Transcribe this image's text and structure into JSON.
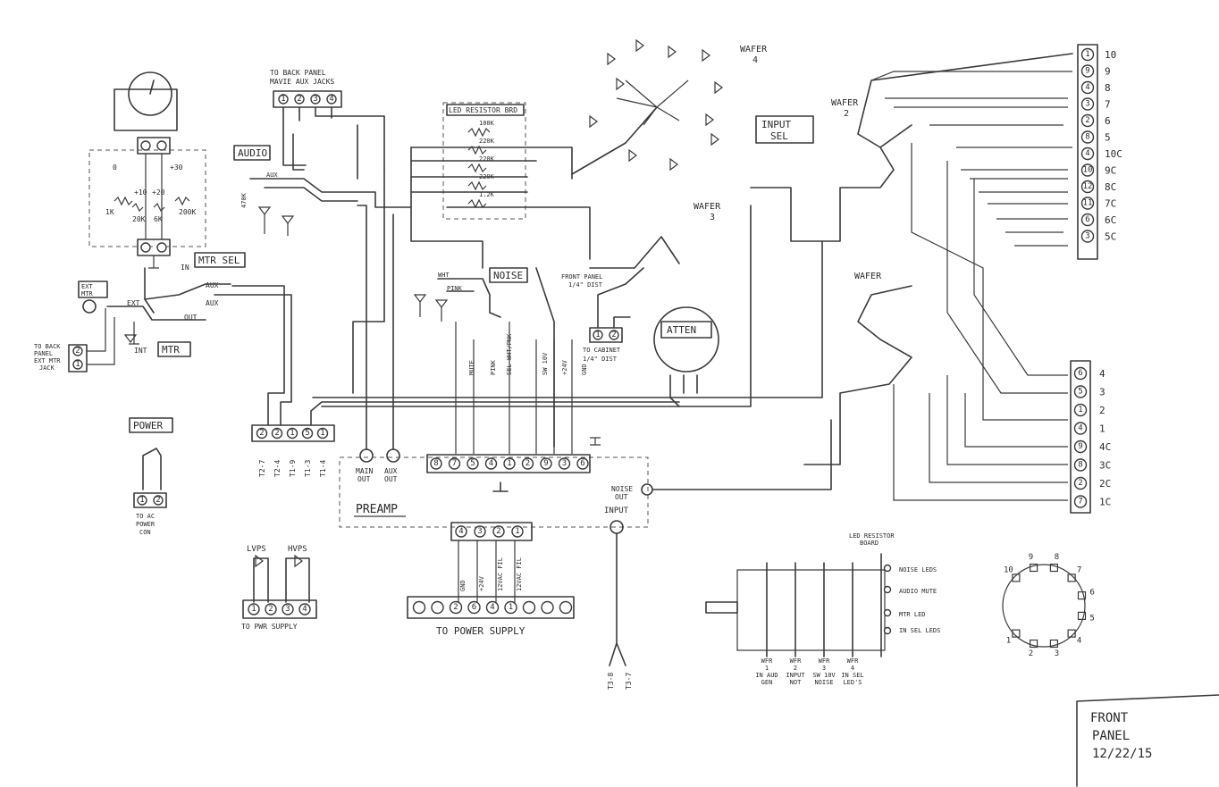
{
  "title_block": {
    "line1": "FRONT",
    "line2": "PANEL",
    "date": "12/22/15"
  },
  "back_panel_jacks": {
    "label1": "TO BACK PANEL",
    "label2": "MAVIE AUX JACKS",
    "pins": [
      "1",
      "2",
      "3",
      "4"
    ]
  },
  "audio": {
    "label": "AUDIO",
    "aux": "AUX",
    "resistor": "470K"
  },
  "meter_pot": {
    "left": "0",
    "mid1": "+10",
    "mid2": "+20",
    "right": "+30",
    "r1": "1K",
    "r2": "20K",
    "r3": "6K",
    "r4": "200K"
  },
  "mtr_sel": {
    "label": "MTR SEL",
    "in": "IN",
    "ext_mtr": "EXT\nMTR",
    "ext": "EXT",
    "int": "INT",
    "out": "OUT",
    "aux": "AUX",
    "mtr": "MTR"
  },
  "ext_mtr_jack": {
    "line1": "TO BACK",
    "line2": "PANEL",
    "line3": "EXT MTR",
    "line4": "JACK",
    "pins": [
      "2",
      "1"
    ]
  },
  "led_resistor_board_top": {
    "label": "LED RESISTOR BRD",
    "r1": "100K",
    "r2": "220K",
    "r3": "220K",
    "r4": "220K",
    "r5": "1.2K"
  },
  "noise": {
    "label": "NOISE",
    "wht": "WHT",
    "pink": "PINK",
    "front_panel1": "FRONT PANEL",
    "front_panel2": "1/4\" DIST",
    "to_cabinet1": "TO CABINET",
    "to_cabinet2": "1/4\" DIST",
    "pins": [
      "1",
      "2"
    ]
  },
  "wafer4": {
    "label": "WAFER",
    "num": "4"
  },
  "wafer3": {
    "label": "WAFER",
    "num": "3"
  },
  "wafer2": {
    "label": "WAFER",
    "num": "2"
  },
  "wafer1": {
    "label": "WAFER"
  },
  "input_sel": {
    "line1": "INPUT",
    "line2": "SEL"
  },
  "atten": {
    "label": "ATTEN"
  },
  "power": {
    "label": "POWER",
    "to_ac1": "TO AC",
    "to_ac2": "POWER",
    "to_ac3": "CON",
    "pins": [
      "1",
      "2"
    ]
  },
  "tconn": {
    "pins": [
      "2",
      "2",
      "1",
      "5",
      "1"
    ],
    "labels": [
      "T2-7",
      "T2-4",
      "T1-9",
      "T1-3",
      "T1-4"
    ]
  },
  "outputs": {
    "main": "MAIN\nOUT",
    "aux": "AUX\nOUT"
  },
  "preamp": {
    "label": "PREAMP",
    "pins": [
      "8",
      "7",
      "5",
      "4",
      "1",
      "2",
      "9",
      "3",
      "6"
    ],
    "wire_labels": [
      "MUTE",
      "PINK",
      "SEL WHT/PNK",
      "SW 10V",
      "+24V",
      "GND"
    ],
    "noise_out": "NOISE\nOUT",
    "input": "INPUT"
  },
  "pwr_conn4": {
    "pins": [
      "4",
      "3",
      "2",
      "1"
    ],
    "wire_labels": [
      "GND",
      "+24V",
      "12VAC FIL",
      "12VAC FIL"
    ]
  },
  "power_supply_strip": {
    "pins": [
      "",
      "",
      "2",
      "6",
      "4",
      "1",
      "",
      "",
      ""
    ],
    "label": "TO POWER SUPPLY"
  },
  "lv_hv": {
    "lvps": "LVPS",
    "hvps": "HVPS",
    "pins": [
      "1",
      "2",
      "3",
      "4"
    ],
    "label": "TO PWR SUPPLY"
  },
  "t3": {
    "a": "T3-8",
    "b": "T3-7"
  },
  "wafer_assembly": {
    "board1": "LED RESISTOR",
    "board2": "BOARD",
    "noise_leds": "NOISE LEDS",
    "audio_mute": "AUDIO MUTE",
    "mtr_led": "MTR LED",
    "in_sel_leds": "IN SEL LEDS",
    "wafers": [
      [
        "WFR",
        "1",
        "IN AUD",
        "GEN"
      ],
      [
        "WFR",
        "2",
        "INPUT",
        "NOT"
      ],
      [
        "WFR",
        "3",
        "SW 10V",
        "NOISE"
      ],
      [
        "WFR",
        "4",
        "IN SEL",
        "LED'S"
      ]
    ]
  },
  "right_conn_top": {
    "pins": [
      "1",
      "9",
      "4",
      "3",
      "2",
      "8",
      "4",
      "10",
      "12",
      "11",
      "6",
      "3"
    ],
    "labels": [
      "10",
      "9",
      "8",
      "7",
      "6",
      "5",
      "10C",
      "9C",
      "8C",
      "7C",
      "6C",
      "5C"
    ]
  },
  "right_conn_bot": {
    "pins": [
      "6",
      "5",
      "1",
      "4",
      "9",
      "8",
      "2",
      "7"
    ],
    "labels": [
      "4",
      "3",
      "2",
      "1",
      "4C",
      "3C",
      "2C",
      "1C"
    ]
  },
  "wafer_dial": {
    "nums": [
      "10",
      "9",
      "8",
      "7",
      "6",
      "5",
      "4",
      "3",
      "2",
      "1"
    ]
  },
  "colors": {
    "ink": "#2a2a2a",
    "paper": "#ffffff"
  }
}
